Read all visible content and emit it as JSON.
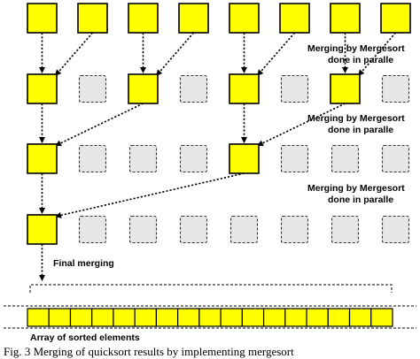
{
  "labels": {
    "merge_step_1": [
      "Merging by Mergesort",
      "done in paralle"
    ],
    "merge_step_2": [
      "Merging by Mergesort",
      "done in paralle"
    ],
    "merge_step_3": [
      "Merging by Mergesort",
      "done in paralle"
    ],
    "final_merging": "Final merging",
    "sorted_array": "Array of sorted elements"
  },
  "caption": "Fig. 3  Merging of quicksort results by implementing mergesort",
  "structure": {
    "row_nodes": [
      [
        "solid",
        "solid",
        "solid",
        "solid",
        "solid",
        "solid",
        "solid",
        "solid"
      ],
      [
        "solid",
        "empty",
        "solid",
        "empty",
        "solid",
        "empty",
        "solid",
        "empty"
      ],
      [
        "solid",
        "empty",
        "empty",
        "empty",
        "solid",
        "empty",
        "empty",
        "empty"
      ],
      [
        "solid",
        "empty",
        "empty",
        "empty",
        "empty",
        "empty",
        "empty",
        "empty"
      ]
    ],
    "merges": [
      {
        "from_row": 0,
        "from_col": 1,
        "to_row": 1,
        "to_col": 0
      },
      {
        "from_row": 0,
        "from_col": 3,
        "to_row": 1,
        "to_col": 2
      },
      {
        "from_row": 0,
        "from_col": 5,
        "to_row": 1,
        "to_col": 4
      },
      {
        "from_row": 0,
        "from_col": 7,
        "to_row": 1,
        "to_col": 6
      },
      {
        "from_row": 1,
        "from_col": 2,
        "to_row": 2,
        "to_col": 0
      },
      {
        "from_row": 1,
        "from_col": 6,
        "to_row": 2,
        "to_col": 4
      },
      {
        "from_row": 2,
        "from_col": 4,
        "to_row": 3,
        "to_col": 0
      }
    ],
    "sorted_cell_count": 17
  },
  "colors": {
    "node_fill": "#ffff00",
    "empty_fill": "#e6e6e6",
    "stroke": "#000000"
  }
}
